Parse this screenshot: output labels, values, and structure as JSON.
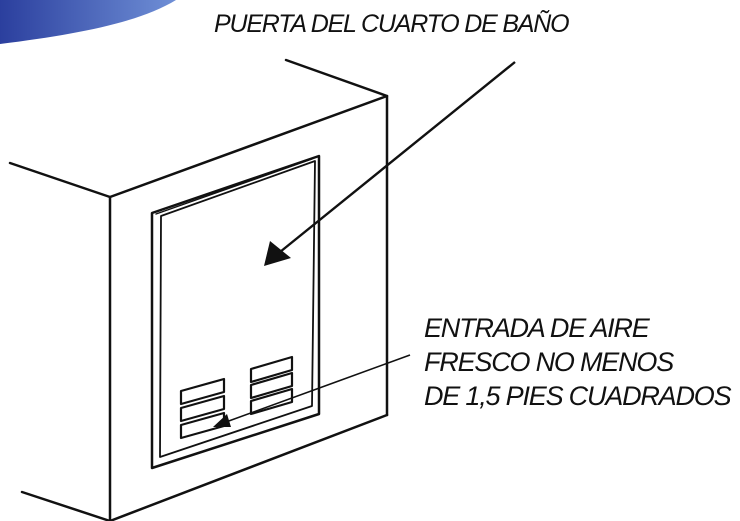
{
  "labels": {
    "door": "PUERTA DEL CUARTO DE BAÑO",
    "vent_line1": "ENTRADA DE AIRE",
    "vent_line2": "FRESCO NO MENOS",
    "vent_line3": "DE 1,5 PIES CUADRADOS"
  },
  "colors": {
    "stroke": "#111111",
    "corner_accent_dark": "#2b3f9e",
    "corner_accent_light": "#6f8fd6"
  }
}
